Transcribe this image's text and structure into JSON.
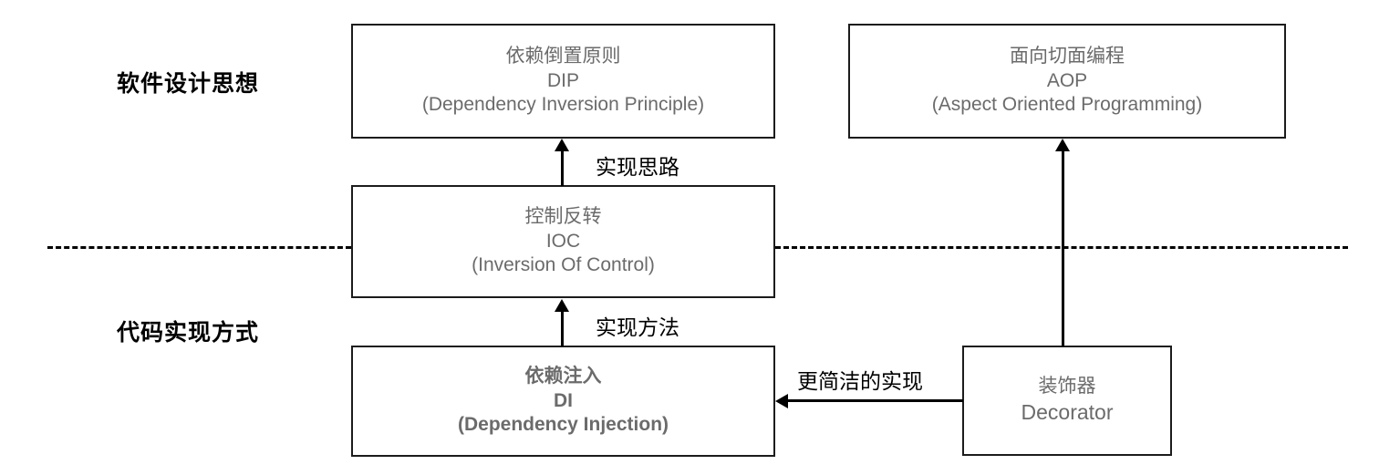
{
  "diagram": {
    "title_tiers": {
      "design": "软件设计思想",
      "implementation": "代码实现方式"
    },
    "nodes": {
      "dip": {
        "cn": "依赖倒置原则",
        "abbr": "DIP",
        "en": "(Dependency Inversion Principle)"
      },
      "aop": {
        "cn": "面向切面编程",
        "abbr": "AOP",
        "en": "(Aspect Oriented Programming)"
      },
      "ioc": {
        "cn": "控制反转",
        "abbr": "IOC",
        "en": "(Inversion Of Control)"
      },
      "di": {
        "cn": "依赖注入",
        "abbr": "DI",
        "en": "(Dependency Injection)"
      },
      "decorator": {
        "cn": "装饰器",
        "en": "Decorator"
      }
    },
    "edges": {
      "ioc_to_dip": "实现思路",
      "di_to_ioc": "实现方法",
      "decorator_to_di": "更简洁的实现"
    },
    "colors": {
      "box_border": "#1c1c1c",
      "box_text": "#6b6b6b",
      "label_text": "#000000",
      "connector": "#000000",
      "background": "#ffffff"
    }
  }
}
